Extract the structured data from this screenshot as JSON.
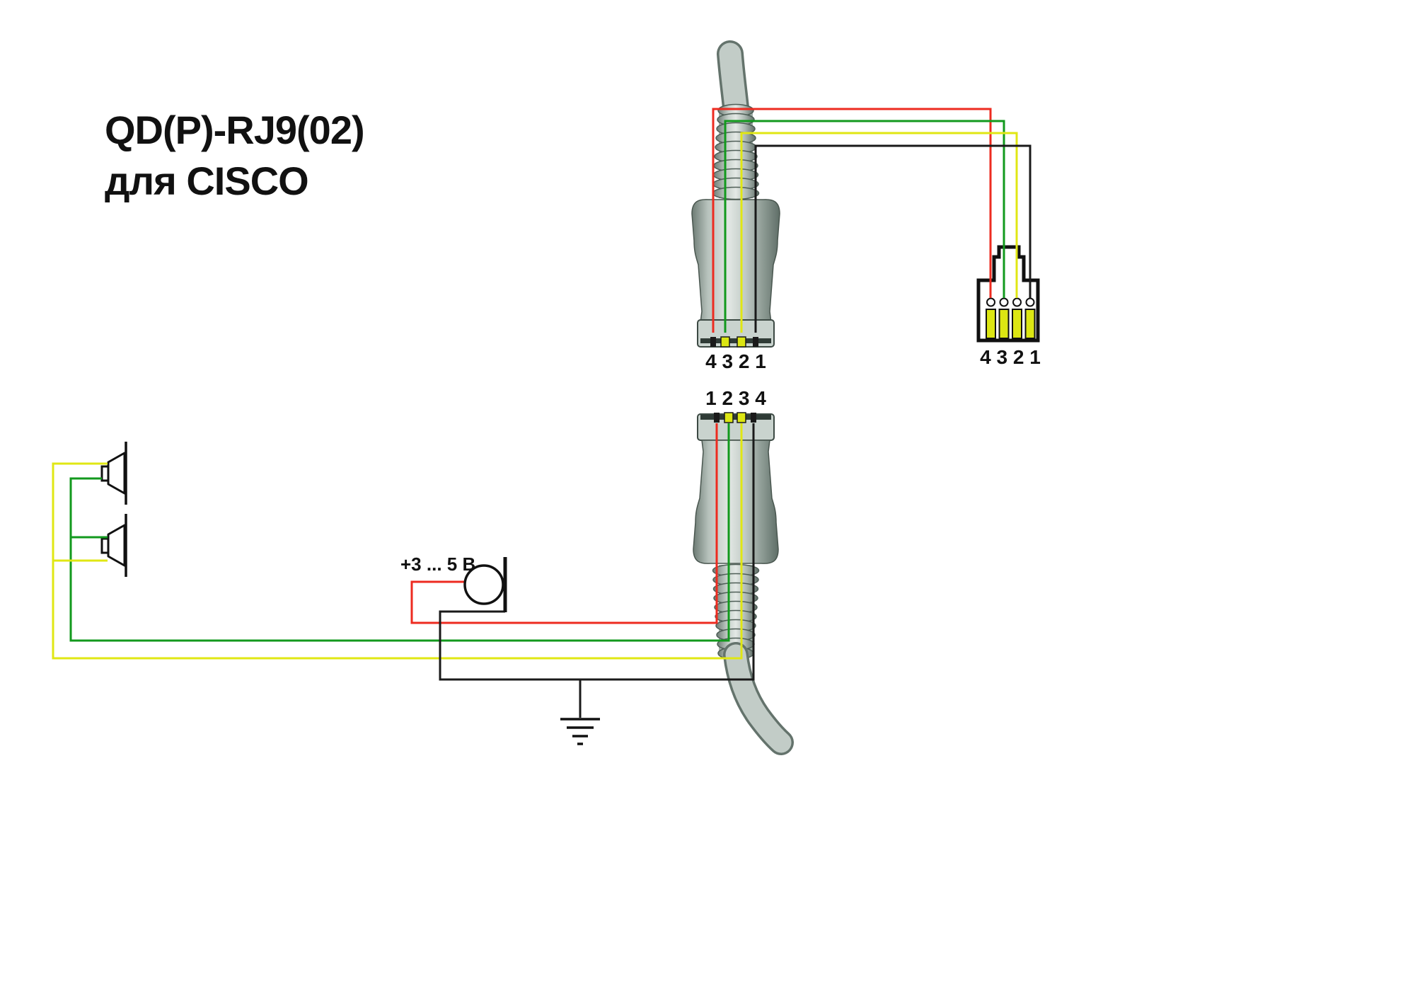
{
  "title": {
    "line1": "QD(P)-RJ9(02)",
    "line2": "для CISCO"
  },
  "qd_top": {
    "pin_label": "4 3 2 1"
  },
  "qd_bottom": {
    "pin_label": "1 2 3 4"
  },
  "rj9": {
    "pin_label": "4 3 2 1"
  },
  "microphone": {
    "voltage_label": "+3 ... 5 В"
  },
  "colors": {
    "wire_red": "#ed2b20",
    "wire_green": "#12991d",
    "wire_yellow": "#e0e713",
    "wire_black": "#1a1a1a",
    "pin_yellow": "#dce613",
    "connector_gray": "#c2ccc7"
  },
  "connections": [
    {
      "wire": "red",
      "qd_pin": "4/1",
      "rj9_pin": "4",
      "device": "microphone +3...5V"
    },
    {
      "wire": "green",
      "qd_pin": "3/2",
      "rj9_pin": "3",
      "device": "speakers"
    },
    {
      "wire": "yellow",
      "qd_pin": "2/3",
      "rj9_pin": "2",
      "device": "speakers"
    },
    {
      "wire": "black",
      "qd_pin": "1/4",
      "rj9_pin": "1",
      "device": "microphone ground"
    }
  ]
}
